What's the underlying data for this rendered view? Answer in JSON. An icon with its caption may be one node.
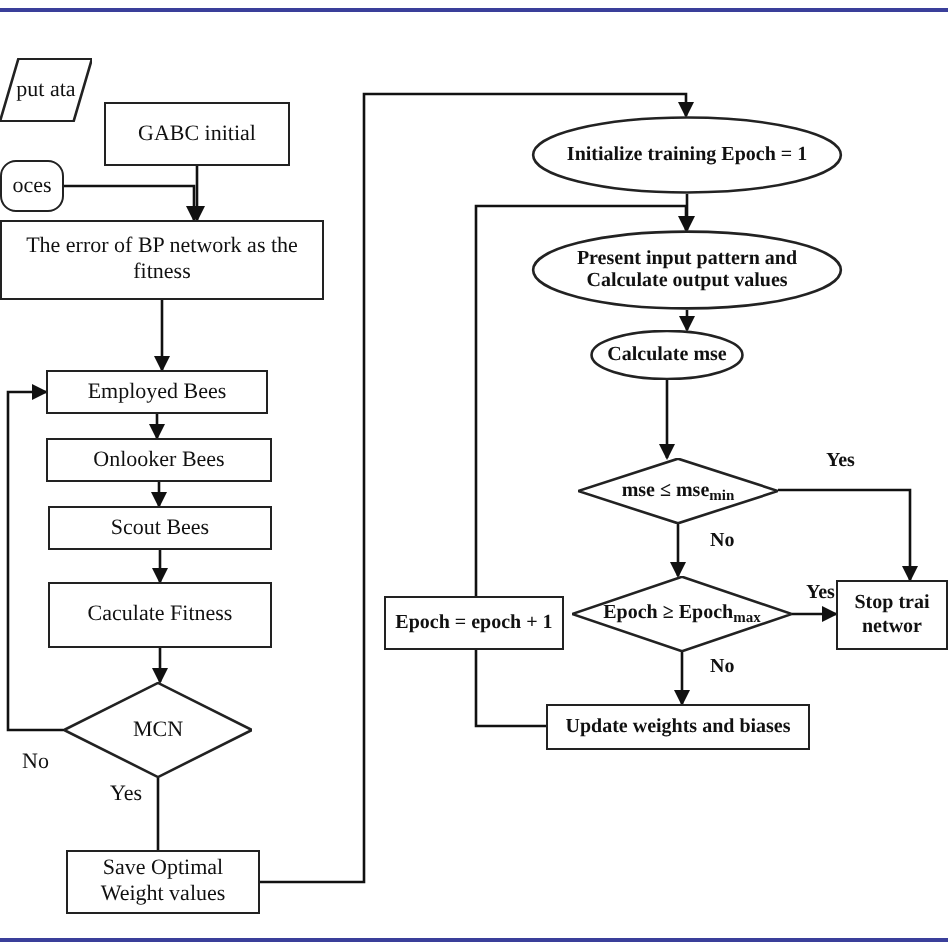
{
  "diagram": {
    "nodes": [
      {
        "text": [
          "put ata"
        ]
      },
      {
        "text": [
          "GABC initial"
        ]
      },
      {
        "text": [
          "oces"
        ]
      },
      {
        "text": [
          "The error of BP network as the fitness"
        ]
      },
      {
        "text": [
          "Employed Bees"
        ]
      },
      {
        "text": [
          "Onlooker Bees"
        ]
      },
      {
        "text": [
          "Scout Bees"
        ]
      },
      {
        "text": [
          "Caculate Fitness"
        ]
      },
      {
        "text": [
          "MCN"
        ]
      },
      {
        "text": [
          "Save Optimal Weight values"
        ]
      },
      {
        "text": [
          "Initialize training Epoch = 1"
        ]
      },
      {
        "text": [
          "Present input pattern and Calculate output values"
        ]
      },
      {
        "text": [
          "Calculate mse"
        ]
      },
      {
        "text": [
          "mse ≤ mse$_{min}$"
        ]
      },
      {
        "text": [
          "Epoch ≥ Epoch$_{max}$"
        ]
      },
      {
        "text": [
          "Epoch = epoch + 1"
        ]
      },
      {
        "text": [
          "Stop trai networ"
        ]
      },
      {
        "text": [
          "Update weights and biases"
        ]
      }
    ],
    "edges": [
      {
        "from": 1,
        "to": 3,
        "arrow": "to"
      },
      {
        "from": 2,
        "to": 3,
        "arrow": "to"
      },
      {
        "from": 3,
        "to": 4,
        "arrow": "to"
      },
      {
        "from": 4,
        "to": 5,
        "arrow": "to"
      },
      {
        "from": 5,
        "to": 6,
        "arrow": "to"
      },
      {
        "from": 6,
        "to": 7,
        "arrow": "to"
      },
      {
        "from": 7,
        "to": 8,
        "arrow": "to"
      },
      {
        "from": 8,
        "to": 4,
        "arrow": "to",
        "label": "No"
      },
      {
        "from": 8,
        "to": 9,
        "arrow": "none",
        "label": "Yes"
      },
      {
        "from": 9,
        "to": 10,
        "arrow": "to"
      },
      {
        "from": 10,
        "to": 11,
        "arrow": "to"
      },
      {
        "from": 11,
        "to": 12,
        "arrow": "to"
      },
      {
        "from": 12,
        "to": 13,
        "arrow": "to"
      },
      {
        "from": 13,
        "to": 16,
        "arrow": "to",
        "label": "Yes"
      },
      {
        "from": 13,
        "to": 14,
        "arrow": "to",
        "label": "No"
      },
      {
        "from": 14,
        "to": 16,
        "arrow": "to",
        "label": "Yes"
      },
      {
        "from": 14,
        "to": 17,
        "arrow": "to",
        "label": "No"
      },
      {
        "from": 17,
        "to": 15,
        "arrow": "none"
      },
      {
        "from": 15,
        "to": 11,
        "arrow": "to"
      }
    ]
  }
}
